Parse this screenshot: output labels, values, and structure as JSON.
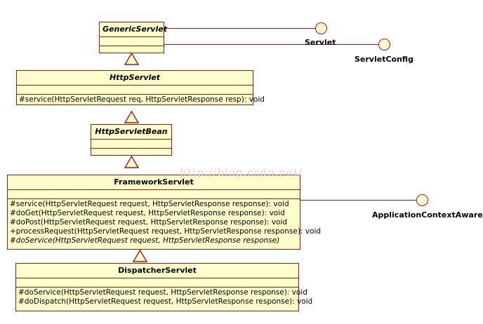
{
  "diagram": {
    "title": "Spring MVC Servlet hierarchy UML class diagram",
    "watermark": "http://blog.csdn.net/",
    "colors": {
      "class_fill": "#ffffcc",
      "border": "#9a1a1a",
      "background": "#ffffff",
      "watermark_text": "#d9d9d9"
    }
  },
  "classes": [
    {
      "id": "generic-servlet",
      "name": "GenericServlet",
      "abstract": true,
      "attributes": [],
      "operations": []
    },
    {
      "id": "http-servlet",
      "name": "HttpServlet",
      "abstract": true,
      "attributes": [],
      "operations": [
        {
          "text": "#service(HttpServletRequest req, HttpServletResponse resp): void",
          "abstract": false
        }
      ]
    },
    {
      "id": "http-servlet-bean",
      "name": "HttpServletBean",
      "abstract": true,
      "attributes": [],
      "operations": []
    },
    {
      "id": "framework-servlet",
      "name": "FrameworkServlet",
      "abstract": false,
      "attributes": [],
      "operations": [
        {
          "text": "#service(HttpServletRequest request, HttpServletResponse response): void",
          "abstract": false
        },
        {
          "text": "#doGet(HttpServletRequest request, HttpServletResponse response): void",
          "abstract": false
        },
        {
          "text": "#doPost(HttpServletRequest request, HttpServletResponse response): void",
          "abstract": false
        },
        {
          "text": "+processRequest(HttpServletRequest request, HttpServletResponse response): void",
          "abstract": false
        },
        {
          "text": "#doService(HttpServletRequest request, HttpServletResponse response)",
          "abstract": true
        }
      ]
    },
    {
      "id": "dispatcher-servlet",
      "name": "DispatcherServlet",
      "abstract": false,
      "attributes": [],
      "operations": [
        {
          "text": "#doService(HttpServletRequest request, HttpServletResponse response): void",
          "abstract": false
        },
        {
          "text": "#doDispatch(HttpServletRequest request, HttpServletResponse response): void",
          "abstract": false
        }
      ]
    }
  ],
  "interfaces": [
    {
      "id": "servlet",
      "name": "Servlet",
      "provider": "GenericServlet"
    },
    {
      "id": "servlet-config",
      "name": "ServletConfig",
      "provider": "GenericServlet"
    },
    {
      "id": "application-context-aware",
      "name": "ApplicationContextAware",
      "provider": "FrameworkServlet"
    }
  ],
  "generalizations": [
    {
      "from": "HttpServlet",
      "to": "GenericServlet"
    },
    {
      "from": "HttpServletBean",
      "to": "HttpServlet"
    },
    {
      "from": "FrameworkServlet",
      "to": "HttpServletBean"
    },
    {
      "from": "DispatcherServlet",
      "to": "FrameworkServlet"
    }
  ]
}
